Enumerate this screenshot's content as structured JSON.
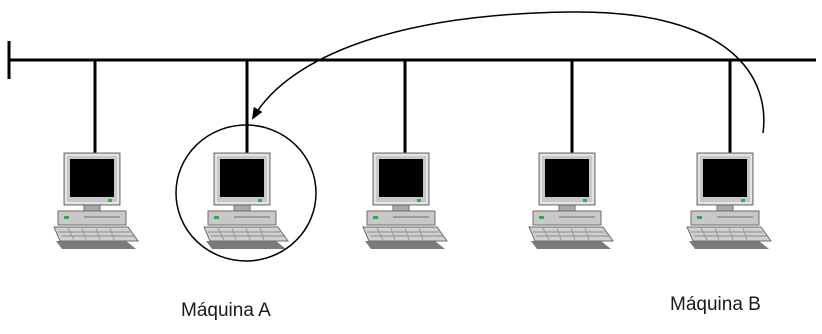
{
  "labels": {
    "machine_a": "Máquina A",
    "machine_b": "Máquina B"
  },
  "colors": {
    "line": "#000000",
    "monitor_body": "#c8c8c8",
    "screen": "#000000",
    "led": "#22b14c",
    "background": "#ffffff"
  },
  "computers": [
    {
      "id": "computer-1",
      "highlighted": false
    },
    {
      "id": "computer-2",
      "highlighted": true,
      "label": "machine_a"
    },
    {
      "id": "computer-3",
      "highlighted": false
    },
    {
      "id": "computer-4",
      "highlighted": false
    },
    {
      "id": "computer-5",
      "highlighted": false,
      "label": "machine_b"
    }
  ],
  "icons": [
    "computer-icon",
    "arrow-icon",
    "highlight-circle"
  ]
}
